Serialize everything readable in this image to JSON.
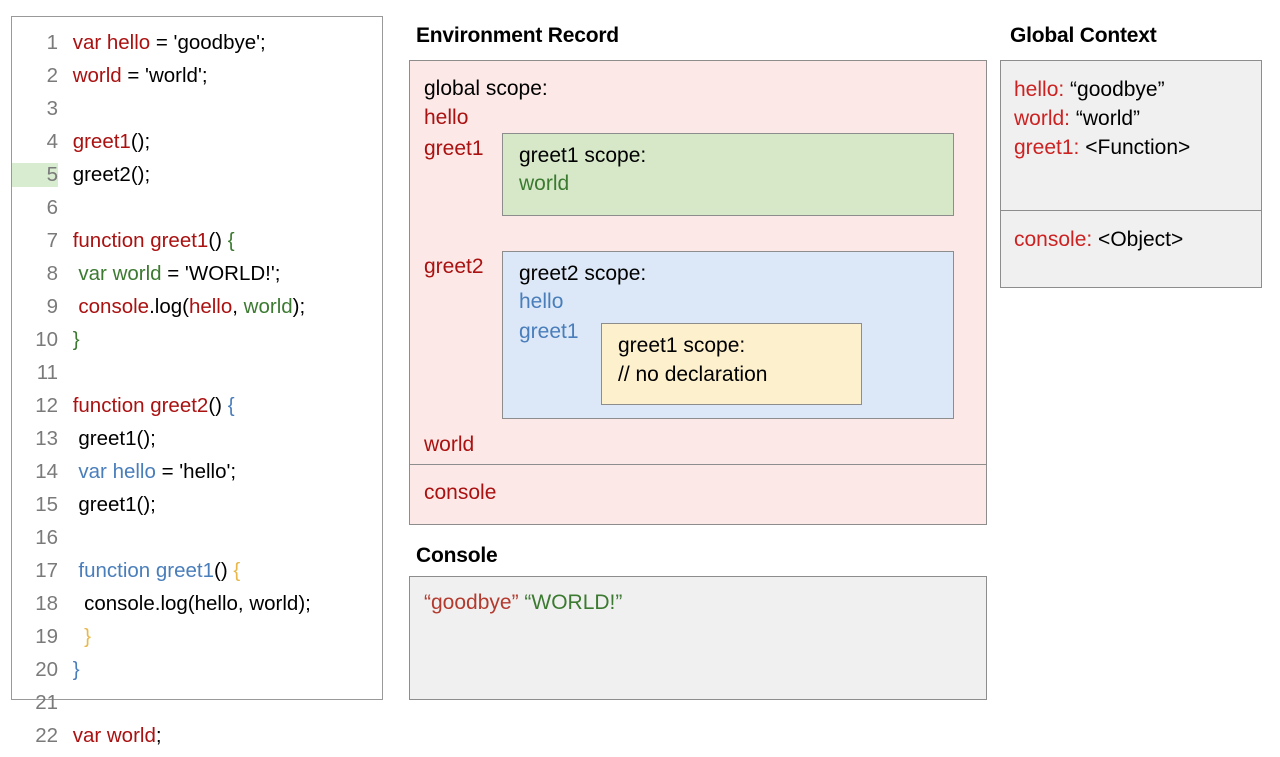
{
  "code_panel": {
    "lines": [
      {
        "num": "1",
        "highlight": false,
        "tokens": [
          {
            "t": " var hello",
            "c": "red"
          },
          {
            "t": " = 'goodbye';",
            "c": "black"
          }
        ]
      },
      {
        "num": "2",
        "highlight": false,
        "tokens": [
          {
            "t": " world",
            "c": "red"
          },
          {
            "t": " = 'world';",
            "c": "black"
          }
        ]
      },
      {
        "num": "3",
        "highlight": false,
        "tokens": [
          {
            "t": "",
            "c": "black"
          }
        ]
      },
      {
        "num": "4",
        "highlight": false,
        "tokens": [
          {
            "t": " greet1",
            "c": "red"
          },
          {
            "t": "();",
            "c": "black"
          }
        ]
      },
      {
        "num": "5",
        "highlight": true,
        "tokens": [
          {
            "t": " greet2();",
            "c": "black"
          }
        ]
      },
      {
        "num": "6",
        "highlight": false,
        "tokens": [
          {
            "t": "",
            "c": "black"
          }
        ]
      },
      {
        "num": "7",
        "highlight": false,
        "tokens": [
          {
            "t": " function greet1",
            "c": "red"
          },
          {
            "t": "() ",
            "c": "black"
          },
          {
            "t": "{",
            "c": "green"
          }
        ]
      },
      {
        "num": "8",
        "highlight": false,
        "tokens": [
          {
            "t": "  var world",
            "c": "green"
          },
          {
            "t": " = 'WORLD!';",
            "c": "black"
          }
        ]
      },
      {
        "num": "9",
        "highlight": false,
        "tokens": [
          {
            "t": "  console",
            "c": "red"
          },
          {
            "t": ".log(",
            "c": "black"
          },
          {
            "t": "hello",
            "c": "red"
          },
          {
            "t": ", ",
            "c": "black"
          },
          {
            "t": "world",
            "c": "green"
          },
          {
            "t": ");",
            "c": "black"
          }
        ]
      },
      {
        "num": "10",
        "highlight": false,
        "tokens": [
          {
            "t": " }",
            "c": "green"
          }
        ]
      },
      {
        "num": "11",
        "highlight": false,
        "tokens": [
          {
            "t": "",
            "c": "black"
          }
        ]
      },
      {
        "num": "12",
        "highlight": false,
        "tokens": [
          {
            "t": " function greet2",
            "c": "red"
          },
          {
            "t": "() ",
            "c": "black"
          },
          {
            "t": "{",
            "c": "blue"
          }
        ]
      },
      {
        "num": "13",
        "highlight": false,
        "tokens": [
          {
            "t": "  greet1();",
            "c": "black"
          }
        ]
      },
      {
        "num": "14",
        "highlight": false,
        "tokens": [
          {
            "t": "  var hello",
            "c": "blue"
          },
          {
            "t": " = 'hello';",
            "c": "black"
          }
        ]
      },
      {
        "num": "15",
        "highlight": false,
        "tokens": [
          {
            "t": "  greet1();",
            "c": "black"
          }
        ]
      },
      {
        "num": "16",
        "highlight": false,
        "tokens": [
          {
            "t": "",
            "c": "black"
          }
        ]
      },
      {
        "num": "17",
        "highlight": false,
        "tokens": [
          {
            "t": "  function greet1",
            "c": "blue"
          },
          {
            "t": "() ",
            "c": "black"
          },
          {
            "t": "{",
            "c": "orange"
          }
        ]
      },
      {
        "num": "18",
        "highlight": false,
        "tokens": [
          {
            "t": "   console.log(hello, world);",
            "c": "black"
          }
        ]
      },
      {
        "num": "19",
        "highlight": false,
        "tokens": [
          {
            "t": "   }",
            "c": "orange"
          }
        ]
      },
      {
        "num": "20",
        "highlight": false,
        "tokens": [
          {
            "t": " }",
            "c": "blue"
          }
        ]
      },
      {
        "num": "21",
        "highlight": false,
        "tokens": [
          {
            "t": "",
            "c": "black"
          }
        ]
      },
      {
        "num": "22",
        "highlight": false,
        "tokens": [
          {
            "t": " var world",
            "c": "red"
          },
          {
            "t": ";",
            "c": "black"
          }
        ]
      }
    ]
  },
  "environment_record": {
    "title": "Environment Record",
    "global_scope_label": "global scope:",
    "global_vars": [
      "hello",
      "greet1",
      "greet2",
      "world"
    ],
    "console_entry": "console",
    "greet1_scope": {
      "head": "greet1 scope:",
      "vars": [
        "world"
      ]
    },
    "greet2_scope": {
      "head": "greet2 scope:",
      "vars": [
        "hello",
        "greet1"
      ]
    },
    "greet1_nested_scope": {
      "head": "greet1 scope:",
      "note": "// no declaration"
    }
  },
  "console_panel": {
    "title": "Console",
    "output": [
      {
        "text": "“goodbye”",
        "color": "red"
      },
      {
        "text": "“WORLD!”",
        "color": "green"
      }
    ]
  },
  "global_context": {
    "title": "Global Context",
    "variables": [
      {
        "key": "hello:",
        "value": " “goodbye”"
      },
      {
        "key": "world:",
        "value": " “world”"
      },
      {
        "key": "greet1:",
        "value": " <Function>"
      }
    ],
    "objects": [
      {
        "key": "console:",
        "value": " <Object>"
      }
    ]
  },
  "colors": {
    "red": "#aa1111",
    "green": "#3c7a31",
    "blue": "#4a7ebb",
    "orange": "#e8b84b",
    "pink_panel": "#fce9e7",
    "green_box": "#d6e8c8",
    "blue_box": "#dce8f7",
    "yellow_box": "#fcf0cd",
    "gray_panel": "#f0f0f0",
    "border": "#8d8d8d"
  }
}
